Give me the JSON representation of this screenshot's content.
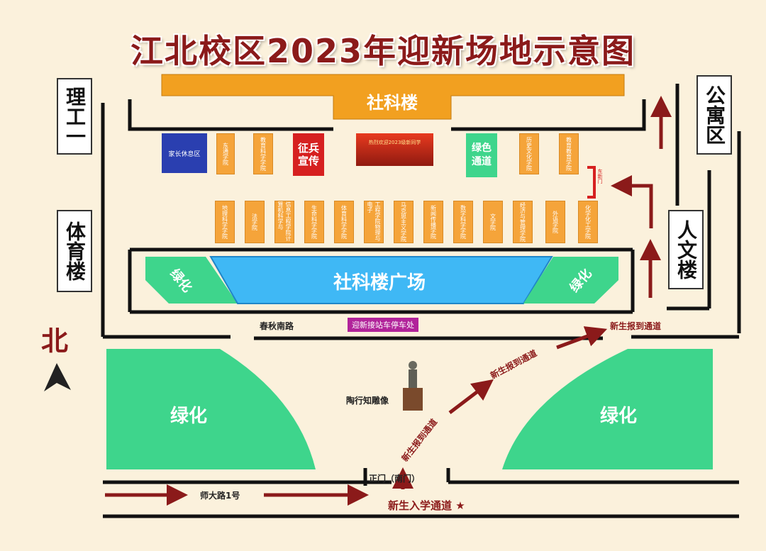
{
  "title": "江北校区2023年迎新场地示意图",
  "buildings": {
    "top_main": "社科楼",
    "left_top": "理工一",
    "left_mid": "体育楼",
    "right_top": "公寓区",
    "right_mid": "人文楼"
  },
  "top_row": {
    "family_rest": "家长休息区",
    "booth_1": "东通学院",
    "booth_2": "教育科学学院",
    "recruit": "征兵宣传",
    "banner": "热烈欢迎2023级新同学",
    "green_channel": "绿色通道",
    "booth_3": "历史文化学院",
    "booth_4": "教育教育学院",
    "side_door": "东新门"
  },
  "bottom_row": [
    "地理科学学院",
    "法学院",
    "信息工程学院计算机科学与",
    "生命科学学院",
    "体育科学学院",
    "工程学院物理与电子",
    "马克思主义学院",
    "新闻传播学院",
    "数学科学学院",
    "文学院",
    "经济与管理学院",
    "外语学院",
    "化学化工学院"
  ],
  "plaza": {
    "name": "社科楼广场",
    "green_left": "绿化",
    "green_right": "绿化"
  },
  "roads": {
    "chunqiu": "春秋南路",
    "parking": "迎新接站车停车处",
    "shida": "师大路1号",
    "gate": "正门（南门）",
    "statue": "陶行知雕像"
  },
  "channels": {
    "entry": "新生入学通道 ★",
    "report_1": "新生报到通道",
    "report_2": "新生报到通道",
    "report_3": "新生报到通道"
  },
  "greens": {
    "left": "绿化",
    "right": "绿化"
  },
  "north": "北",
  "colors": {
    "brand_red": "#8b1a1a",
    "booth_orange": "#f5a43a",
    "plaza_blue": "#3fb8f5",
    "green": "#3ed58c",
    "family_blue": "#2a3fb0",
    "parking_purple": "#b1239a"
  }
}
